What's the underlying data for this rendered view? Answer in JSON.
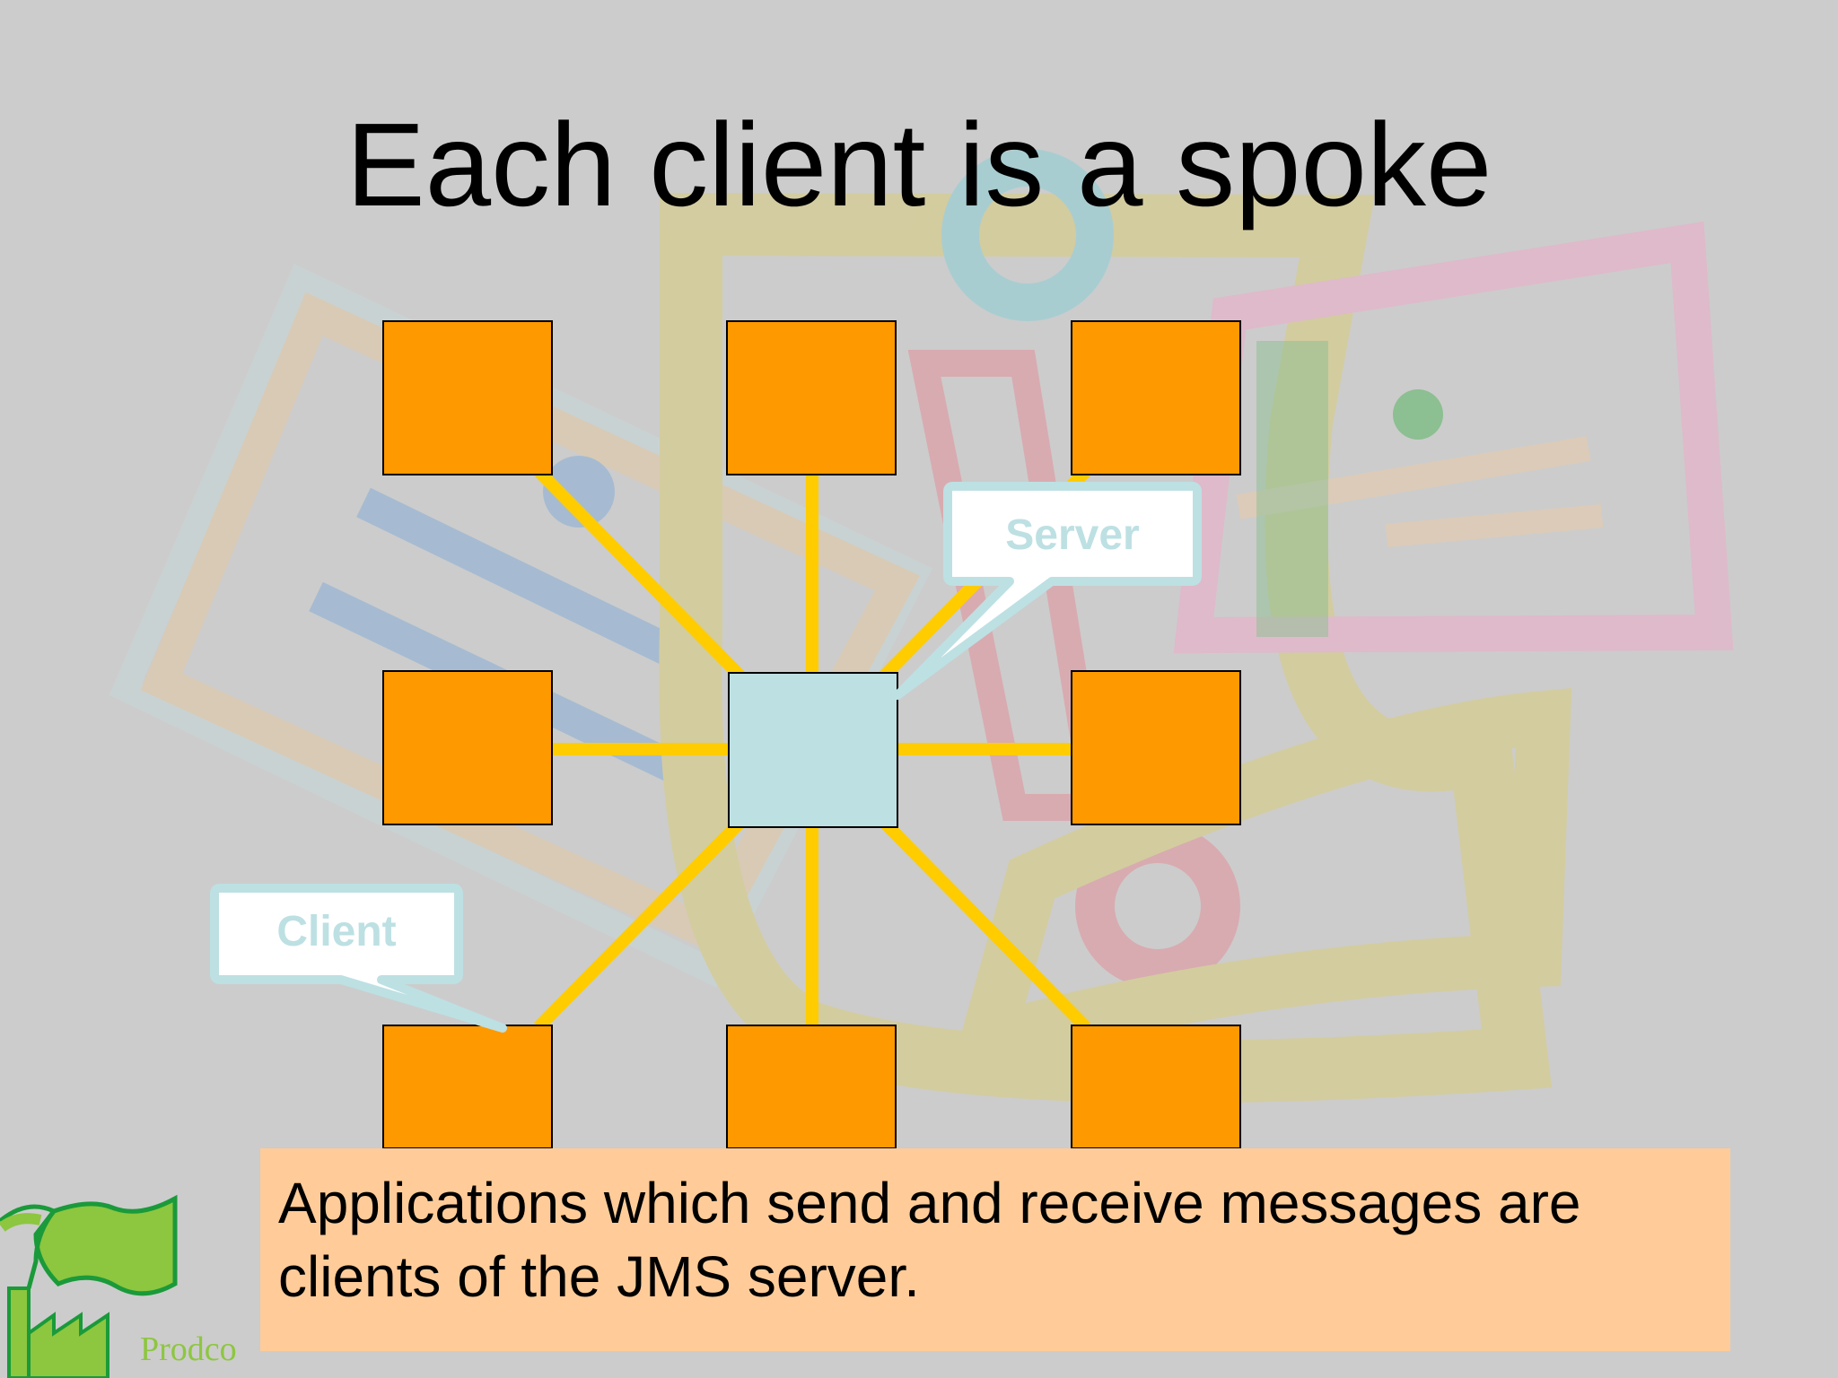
{
  "slide": {
    "title": "Each client is a spoke",
    "caption": "Applications which send and receive messages are clients of the JMS server.",
    "brand": "Prodco"
  },
  "diagram": {
    "hub": {
      "id": "server"
    },
    "spokes": [
      {
        "id": "client-top-left"
      },
      {
        "id": "client-top-center"
      },
      {
        "id": "client-top-right"
      },
      {
        "id": "client-middle-left"
      },
      {
        "id": "client-middle-right"
      },
      {
        "id": "client-bottom-left"
      },
      {
        "id": "client-bottom-center"
      },
      {
        "id": "client-bottom-right"
      }
    ],
    "callouts": {
      "server_label": "Server",
      "client_label": "Client"
    }
  },
  "colors": {
    "background": "#cccccc",
    "client_node": "#ff9900",
    "server_node": "#bde0e3",
    "spoke_line": "#ffcc00",
    "callout_text": "#bde0e3",
    "caption_box": "#ffcc99",
    "brand": "#8dc63f"
  },
  "icons": {
    "logo": "factory-flag-icon"
  }
}
